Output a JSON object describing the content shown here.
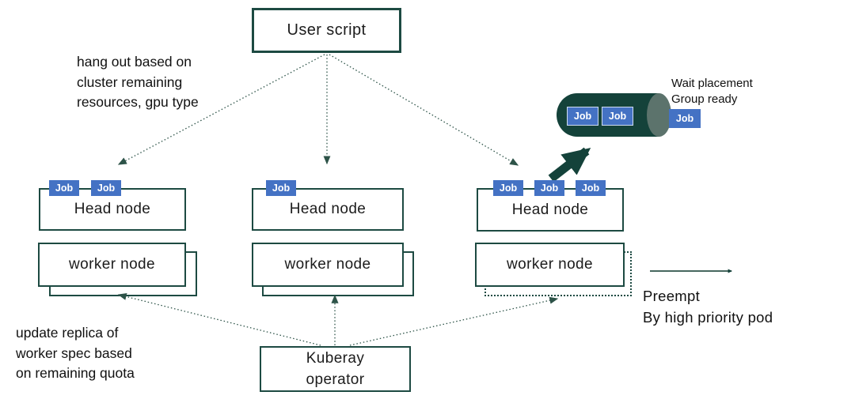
{
  "diagram": {
    "user_script_label": "User script",
    "job_label": "Job",
    "kuberay": {
      "line1": "Kuberay",
      "line2": "operator"
    },
    "clusters": [
      {
        "head_label": "Head node",
        "worker_label": "worker node",
        "job_count": 2
      },
      {
        "head_label": "Head node",
        "worker_label": "worker node",
        "job_count": 1
      },
      {
        "head_label": "Head node",
        "worker_label": "worker node",
        "job_count": 3
      }
    ],
    "placement_group": {
      "jobs_inside": 2,
      "jobs_waiting": 1
    }
  },
  "annotations": {
    "hang_out": {
      "line1": "hang out based on",
      "line2": "cluster remaining",
      "line3": "resources, gpu type"
    },
    "update_replica": {
      "line1": "update replica of",
      "line2": "worker spec based",
      "line3": "on remaining quota"
    },
    "wait_placement": {
      "line1": "Wait placement",
      "line2": "Group ready"
    },
    "preempt": {
      "line1": "Preempt",
      "line2": "By high priority pod"
    }
  },
  "colors": {
    "teal_border": "#1d4a42",
    "teal_dark": "#14423a",
    "job_blue": "#4472c4",
    "connector": "#3a5c52",
    "text": "#1c1c1c"
  }
}
